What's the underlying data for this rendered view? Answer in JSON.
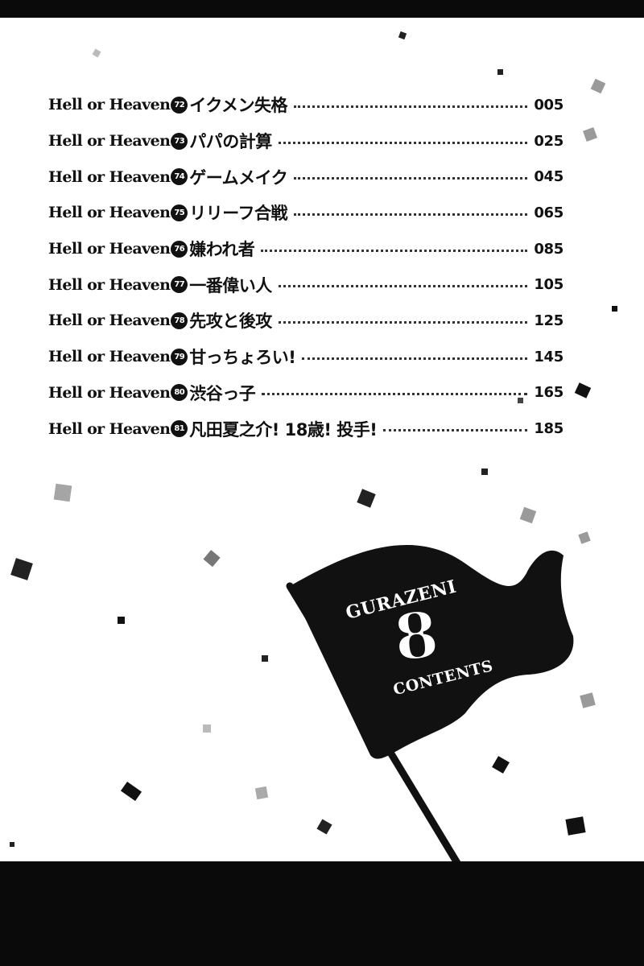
{
  "toc": [
    {
      "series": "Hell or Heaven",
      "number": "72",
      "chapter": "イクメン失格",
      "page": "005"
    },
    {
      "series": "Hell or Heaven",
      "number": "73",
      "chapter": "パパの計算",
      "page": "025"
    },
    {
      "series": "Hell or Heaven",
      "number": "74",
      "chapter": "ゲームメイク",
      "page": "045"
    },
    {
      "series": "Hell or Heaven",
      "number": "75",
      "chapter": "リリーフ合戦",
      "page": "065"
    },
    {
      "series": "Hell or Heaven",
      "number": "76",
      "chapter": "嫌われ者",
      "page": "085"
    },
    {
      "series": "Hell or Heaven",
      "number": "77",
      "chapter": "一番偉い人",
      "page": "105"
    },
    {
      "series": "Hell or Heaven",
      "number": "78",
      "chapter": "先攻と後攻",
      "page": "125"
    },
    {
      "series": "Hell or Heaven",
      "number": "79",
      "chapter": "甘っちょろい!",
      "page": "145"
    },
    {
      "series": "Hell or Heaven",
      "number": "80",
      "chapter": "渋谷っ子",
      "page": "165"
    },
    {
      "series": "Hell or Heaven",
      "number": "81",
      "chapter": "凡田夏之介! 18歳! 投手!",
      "page": "185"
    }
  ],
  "flag": {
    "top_text": "GURAZENI",
    "volume": "8",
    "bottom_text": "CONTENTS"
  },
  "colors": {
    "ink": "#111111",
    "paper": "#ffffff",
    "band": "#0a0a0a",
    "confetti_gray": "#9a9a9a"
  }
}
